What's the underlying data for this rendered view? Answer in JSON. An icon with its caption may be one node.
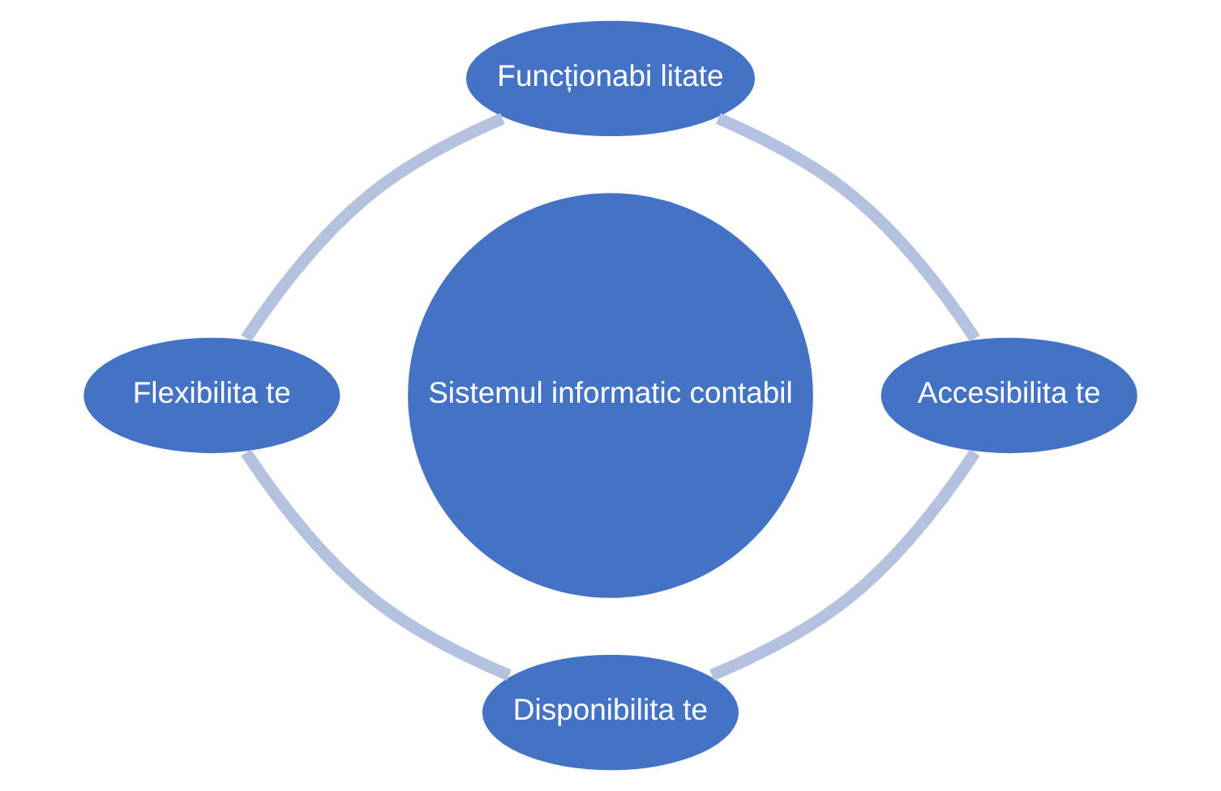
{
  "diagram": {
    "nodes": [
      {
        "text": [
          "Funcționabi litate"
        ]
      },
      {
        "text": [
          "Flexibilita te"
        ]
      },
      {
        "text": [
          "Sistemul informatic contabil"
        ]
      },
      {
        "text": [
          "Accesibilita te"
        ]
      },
      {
        "text": [
          "Disponibilita te"
        ]
      }
    ],
    "edges": [
      {
        "from": 0,
        "to": 3,
        "arrow": "none"
      },
      {
        "from": 3,
        "to": 4,
        "arrow": "none"
      },
      {
        "from": 0,
        "to": 1,
        "arrow": "none"
      },
      {
        "from": 1,
        "to": 4,
        "arrow": "none"
      }
    ]
  }
}
